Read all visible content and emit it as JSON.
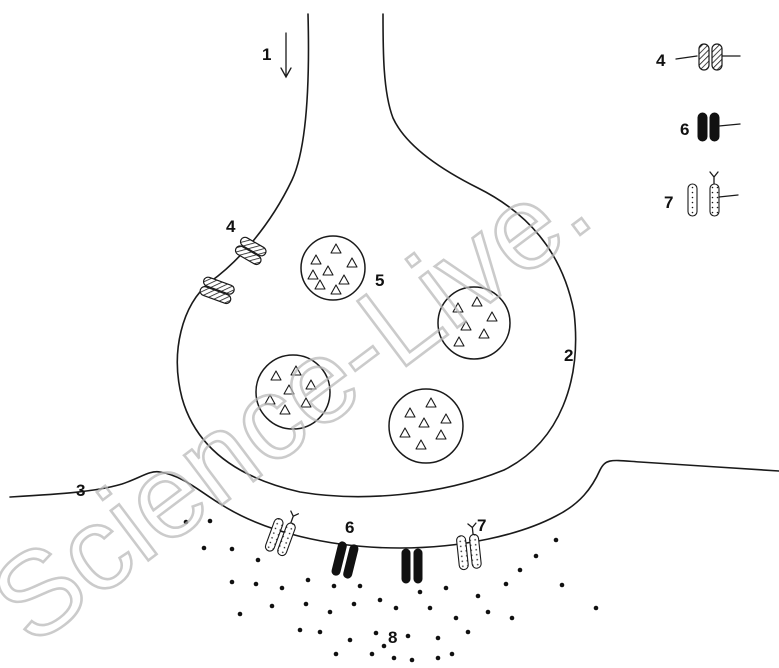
{
  "diagram": {
    "labels": {
      "l1": "1",
      "l2": "2",
      "l3": "3",
      "l4": "4",
      "l5": "5",
      "l6": "6",
      "l7": "7",
      "l8": "8"
    },
    "key": {
      "k4": "4",
      "k6": "6",
      "k7": "7"
    },
    "watermark": "Science-Live.",
    "colors": {
      "ink": "#1a1a1a",
      "watermark": "#b8b8b8"
    }
  }
}
